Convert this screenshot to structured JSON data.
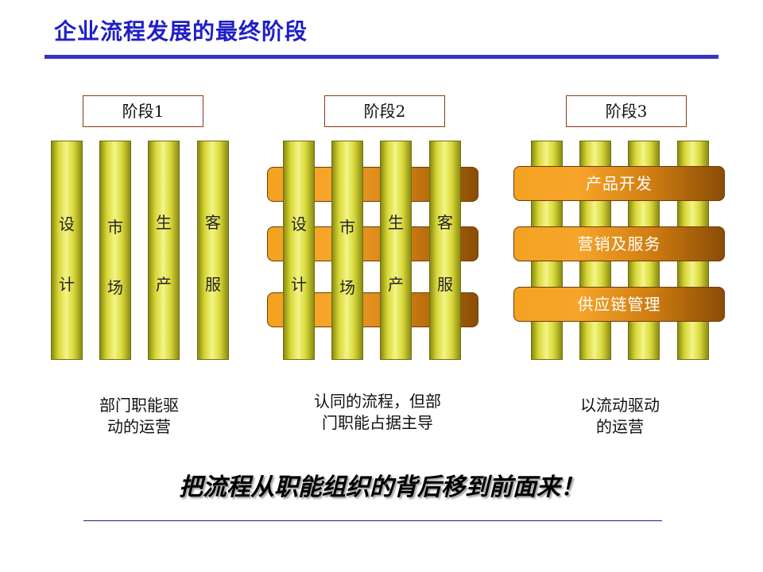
{
  "title": "企业流程发展的最终阶段",
  "stages": [
    {
      "label": "阶段1",
      "caption_line1": "部门职能驱",
      "caption_line2": "动的运营"
    },
    {
      "label": "阶段2",
      "caption_line1": "认同的流程，但部",
      "caption_line2": "门职能占据主导"
    },
    {
      "label": "阶段3",
      "caption_line1": "以流动驱动",
      "caption_line2": "的运营"
    }
  ],
  "functions": [
    {
      "top": "设",
      "bottom": "计"
    },
    {
      "top": "市",
      "bottom": "场"
    },
    {
      "top": "生",
      "bottom": "产"
    },
    {
      "top": "客",
      "bottom": "服"
    }
  ],
  "processes": [
    "产品开发",
    "营销及服务",
    "供应链管理"
  ],
  "slogan": "把流程从职能组织的背后移到前面来！",
  "colors": {
    "title": "#1f1fc7",
    "pillar": "#d6d636",
    "bar": "#f3a221"
  }
}
